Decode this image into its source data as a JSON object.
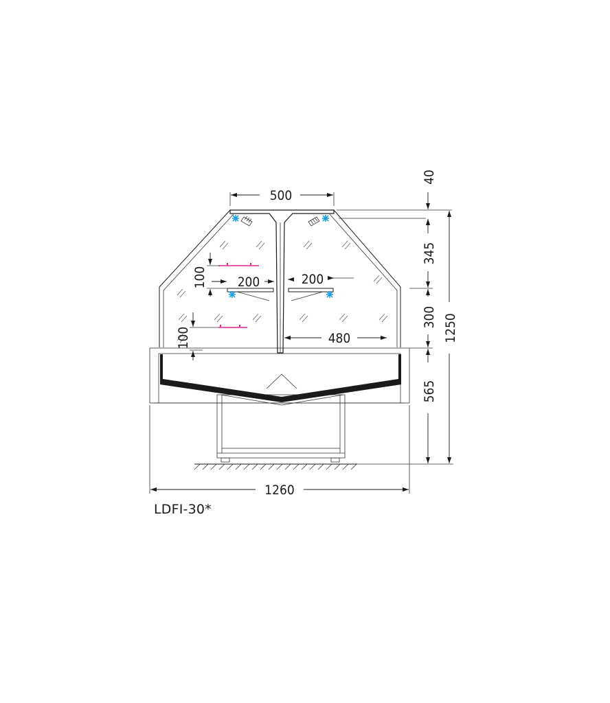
{
  "model": "LDFI-30*",
  "dimensions": {
    "top_width": "500",
    "top_margin": "40",
    "upper_height": "345",
    "middle_height": "300",
    "base_height": "565",
    "total_height": "1250",
    "shelf_left": "200",
    "shelf_right": "200",
    "shelf_gap_upper": "100",
    "shelf_gap_lower": "100",
    "inner_depth": "480",
    "total_width": "1260"
  },
  "colors": {
    "line": "#1a1a1a",
    "fan": "#1ea0e0",
    "light": "#e0208a",
    "tray": "#1a1a1a"
  }
}
